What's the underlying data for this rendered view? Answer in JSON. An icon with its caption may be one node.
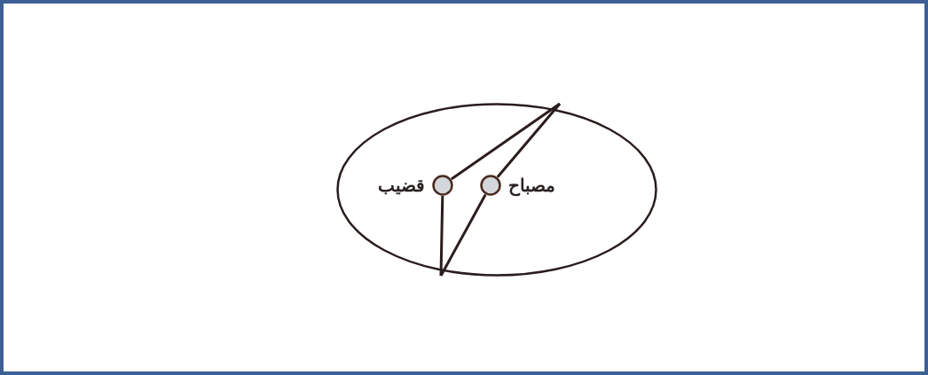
{
  "diagram": {
    "nodes": [
      {
        "text": [],
        "shape": "ellipse"
      },
      {
        "text": [],
        "shape": "circle",
        "in": 0,
        "beside": [
          "قضيب"
        ]
      },
      {
        "text": [],
        "shape": "circle",
        "in": 0,
        "beside": [
          "مصباح"
        ]
      }
    ],
    "edges": [
      {
        "from": 1,
        "to": 0,
        "arrow": "none"
      },
      {
        "from": 1,
        "to": 0,
        "arrow": "none"
      },
      {
        "from": 2,
        "to": 0,
        "arrow": "none"
      },
      {
        "from": 2,
        "to": 0,
        "arrow": "none"
      }
    ]
  }
}
